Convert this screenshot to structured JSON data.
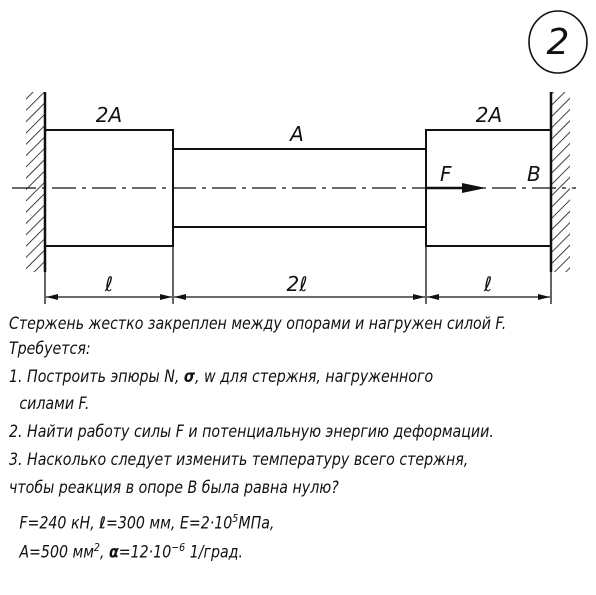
{
  "diagram": {
    "badge_number": "2",
    "left_section_label": "2A",
    "middle_section_label": "A",
    "right_section_label": "2A",
    "force_label": "F",
    "point_label": "B",
    "dim_left": "ℓ",
    "dim_middle": "2ℓ",
    "dim_right": "ℓ"
  },
  "text": {
    "line1": "Стержень жестко закреплен между опорами и нагружен силой F.",
    "line2": "Требуется:",
    "line3_a": "1. Построить эпюры N, ",
    "line3_sigma": "σ",
    "line3_b": ", w для стержня, нагруженного",
    "line4": "силами F.",
    "line5": "2. Найти работу силы F и потенциальную энергию деформации.",
    "line6": "3. Насколько следует изменить температуру всего стержня,",
    "line7": "чтобы реакция в опоре B была равна нулю?",
    "params1_a": "F=240 кН, ",
    "params1_l": "ℓ",
    "params1_b": "=300 мм, E=2·10",
    "params1_exp": "5",
    "params1_c": "МПа,",
    "params2_a": "A=500 мм",
    "params2_exp": "2",
    "params2_b": ", ",
    "params2_alpha": "α",
    "params2_c": "=12·10",
    "params2_exp2": "−6",
    "params2_d": " 1/град."
  }
}
